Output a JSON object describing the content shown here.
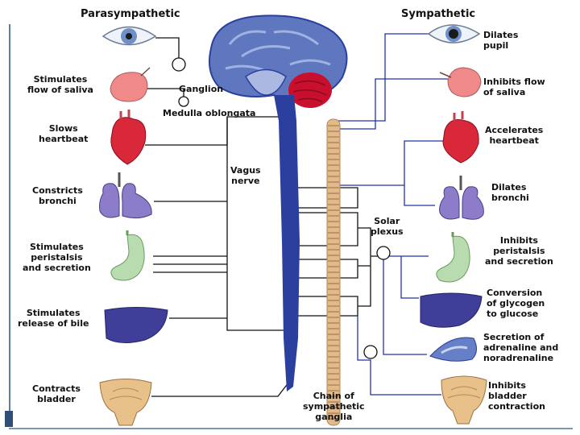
{
  "diagram": {
    "headers": {
      "left": "Parasympathetic",
      "right": "Sympathetic"
    },
    "center_labels": {
      "ganglion": "Ganglion",
      "medulla": "Medulla oblongata",
      "vagus": "Vagus\nnerve",
      "solar": "Solar\nplexus",
      "chain": "Chain of\nsympathetic\nganglia"
    },
    "parasympathetic_effects": [
      "Stimulates\nflow of saliva",
      "Slows\nheartbeat",
      "Constricts\nbronchi",
      "Stimulates\nperistalsis\nand secretion",
      "Stimulates\nrelease of bile",
      "Contracts\nbladder"
    ],
    "sympathetic_effects": [
      "Dilates\npupil",
      "Inhibits flow\nof saliva",
      "Accelerates\nheartbeat",
      "Dilates\nbronchi",
      "Inhibits\nperistalsis\nand secretion",
      "Conversion\nof glycogen\nto glucose",
      "Secretion of\nadrenaline and\nnoradrenaline",
      "Inhibits\nbladder\ncontraction"
    ],
    "colors": {
      "nerve_line": "#2233aa",
      "connector": "#111111",
      "spinal_cord": "#2a3f9e",
      "sympathetic_chain": "#e2b98a",
      "brain": "#5f77bf",
      "cerebellum": "#c8102e",
      "organ_pink": "#f08a8a",
      "heart": "#d8283a",
      "lung": "#8c7cc9",
      "stomach": "#b8dcb0",
      "liver": "#3f3f9a",
      "adrenal": "#6680c8",
      "bladder": "#e8c08a"
    },
    "icons": [
      "eye-icon",
      "salivary-gland-icon",
      "heart-icon",
      "lungs-icon",
      "stomach-icon",
      "liver-icon",
      "adrenal-gland-icon",
      "bladder-icon",
      "brain-icon"
    ]
  }
}
